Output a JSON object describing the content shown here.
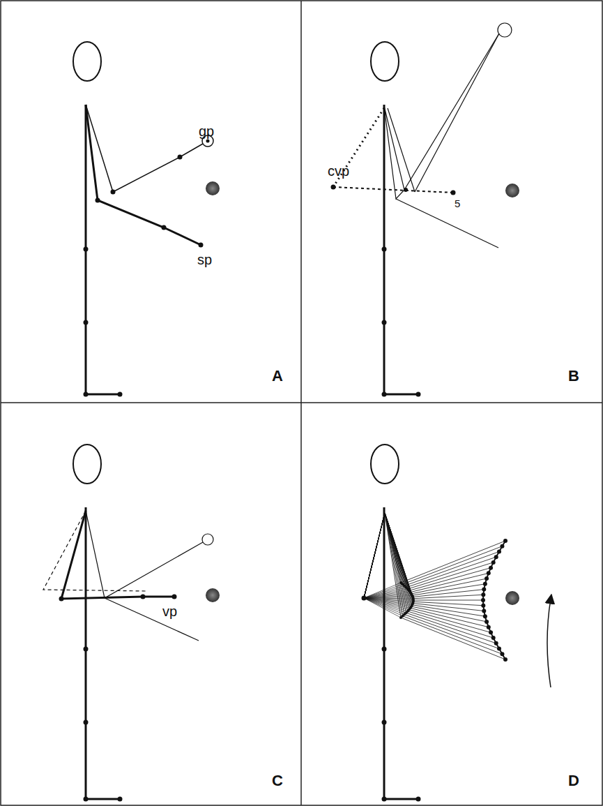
{
  "diagram": {
    "labels": [
      "gp",
      "sp",
      "A",
      "cvp",
      "5",
      "B",
      "vp",
      "C",
      "D"
    ]
  }
}
